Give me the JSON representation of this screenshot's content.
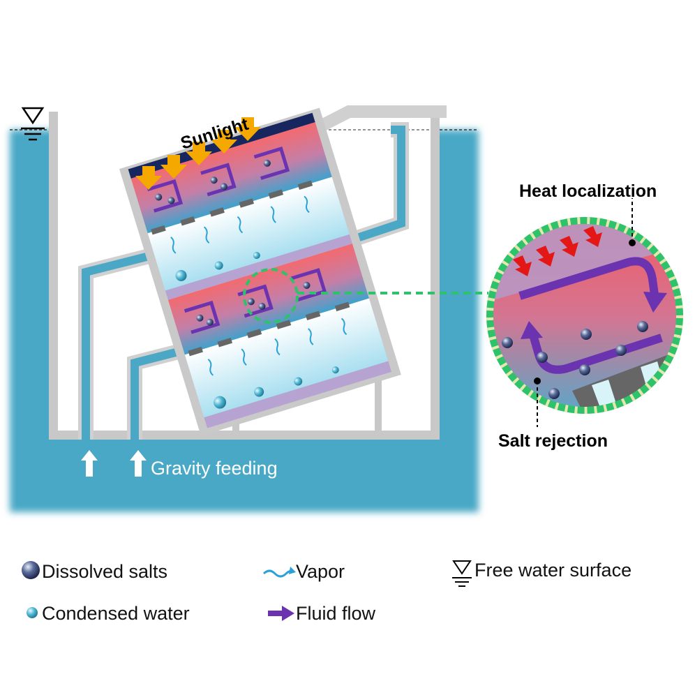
{
  "labels": {
    "sunlight": "Sunlight",
    "heat_localization": "Heat localization",
    "salt_rejection": "Salt rejection",
    "gravity_feeding": "Gravity feeding"
  },
  "legend": {
    "dissolved_salts": "Dissolved salts",
    "vapor": "Vapor",
    "free_water_surface": "Free water surface",
    "condensed_water": "Condensed water",
    "fluid_flow": "Fluid flow"
  },
  "colors": {
    "water": "#4aa8c6",
    "heat": "#ee5566",
    "flow": "#6b33b0",
    "sun_arrow": "#f4a800",
    "heat_arrow": "#e41717",
    "dashed_green": "#2ec26a"
  }
}
